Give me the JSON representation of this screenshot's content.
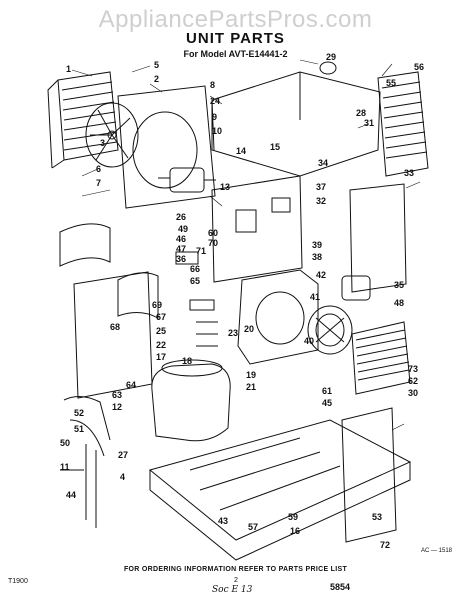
{
  "watermark": "AppliancePartsPros.com",
  "title": "UNIT PARTS",
  "subtitle": "For Model AVT-E14441-2",
  "footer": "FOR ORDERING INFORMATION REFER TO PARTS PRICE LIST",
  "code_left": "T1900",
  "code_right": "AC — 1518",
  "page_mark": "2",
  "handwritten": "Soc E 13",
  "callouts": [
    "1",
    "5",
    "2",
    "8",
    "24",
    "14",
    "9",
    "10",
    "6",
    "15",
    "3",
    "7",
    "13",
    "26",
    "49",
    "46",
    "47",
    "36",
    "60",
    "70",
    "71",
    "66",
    "65",
    "69",
    "68",
    "67",
    "25",
    "22",
    "17",
    "18",
    "19",
    "21",
    "20",
    "23",
    "27",
    "64",
    "63",
    "12",
    "52",
    "51",
    "50",
    "11",
    "44",
    "4",
    "61",
    "45",
    "43",
    "57",
    "59",
    "16",
    "53",
    "72",
    "73",
    "62",
    "30",
    "40",
    "41",
    "42",
    "48",
    "35",
    "39",
    "38",
    "37",
    "32",
    "34",
    "33",
    "31",
    "28",
    "29",
    "55",
    "56",
    "58",
    "54"
  ]
}
